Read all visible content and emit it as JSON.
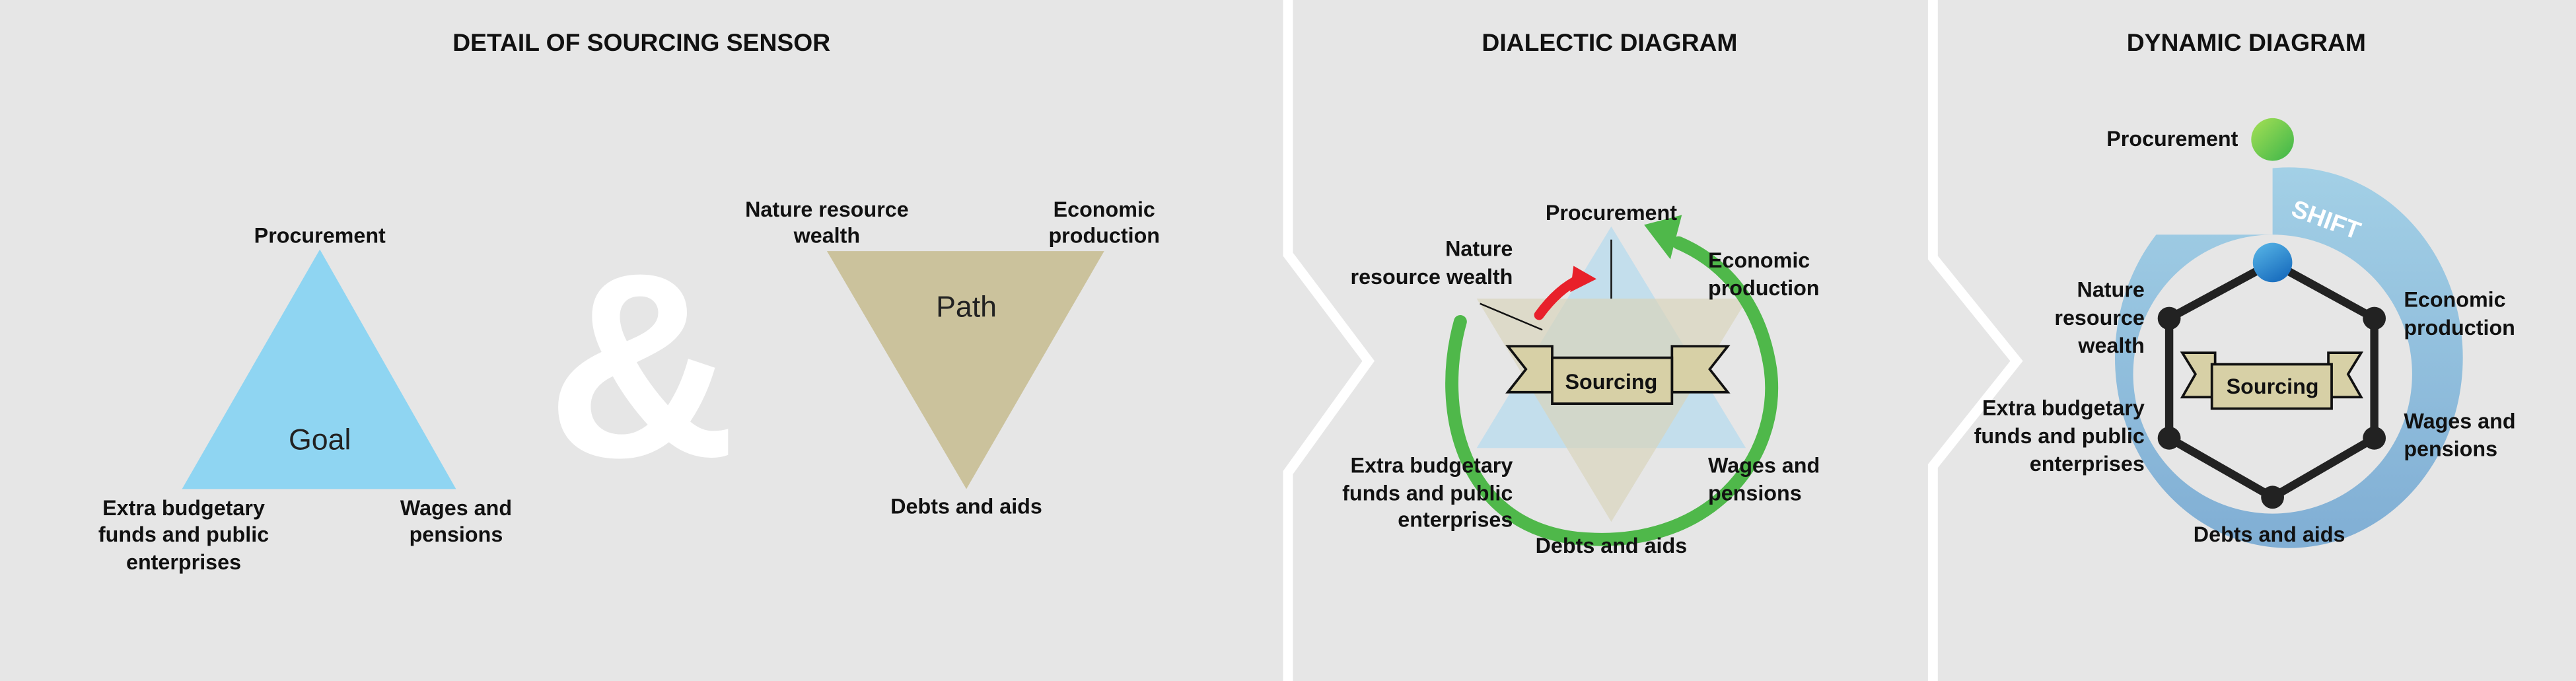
{
  "panels": {
    "sensor": {
      "title": "DETAIL OF SOURCING SENSOR",
      "goal_triangle": {
        "label": "Goal",
        "top": "Procurement",
        "left": [
          "Extra budgetary",
          "funds and public",
          "enterprises"
        ],
        "right": [
          "Wages and",
          "pensions"
        ]
      },
      "ampersand": "&",
      "path_triangle": {
        "label": "Path",
        "left": [
          "Nature resource",
          "wealth"
        ],
        "right": [
          "Economic",
          "production"
        ],
        "bottom": "Debts and aids"
      }
    },
    "dialectic": {
      "title": "DIALECTIC DIAGRAM",
      "center": "Sourcing",
      "top": "Procurement",
      "nature": [
        "Nature",
        "resource wealth"
      ],
      "economic": [
        "Economic",
        "production"
      ],
      "extra": [
        "Extra budgetary",
        "funds and public",
        "enterprises"
      ],
      "wages": [
        "Wages and",
        "pensions"
      ],
      "bottom": "Debts and aids"
    },
    "dynamic": {
      "title": "DYNAMIC DIAGRAM",
      "center": "Sourcing",
      "shift": "SHIFT",
      "top": "Procurement",
      "nature": [
        "Nature",
        "resource",
        "wealth"
      ],
      "economic": [
        "Economic",
        "production"
      ],
      "extra": [
        "Extra budgetary",
        "funds and public",
        "enterprises"
      ],
      "wages": [
        "Wages and",
        "pensions"
      ],
      "bottom": "Debts and aids"
    }
  },
  "colors": {
    "background": "#e6e6e6",
    "goal_blue": "#8fd5f2",
    "path_tan": "#cbc29c",
    "cycle_green": "#4fb84a",
    "arrow_red": "#e8202a",
    "banner": "#d7d0a6",
    "shift_blue": "#93c4e0"
  }
}
